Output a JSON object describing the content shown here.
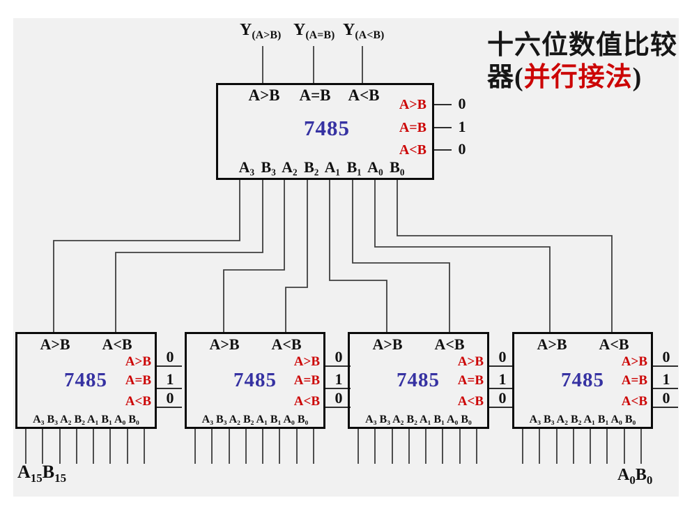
{
  "title": {
    "line1": "十六位数值比较",
    "line2_pre": "器(",
    "line2_red": "并行接法",
    "line2_post": ")"
  },
  "colors": {
    "background": "#f1f1f1",
    "chip_name_blue": "#3632a2",
    "cascade_red": "#cc0505",
    "wire": "#3f3f3f"
  },
  "outputs": [
    {
      "base": "Y",
      "sub": "(A>B)"
    },
    {
      "base": "Y",
      "sub": "(A=B)"
    },
    {
      "base": "Y",
      "sub": "(A<B)"
    }
  ],
  "top_chip": {
    "name": "7485",
    "top_pins": [
      "A>B",
      "A=B",
      "A<B"
    ],
    "cascade": [
      {
        "label": "A>B",
        "value": "0"
      },
      {
        "label": "A=B",
        "value": "1"
      },
      {
        "label": "A<B",
        "value": "0"
      }
    ],
    "bottom_pins": "A₃ B₃ A₂ B₂ A₁ B₁ A₀ B₀"
  },
  "bottom_chips": [
    {
      "name": "7485",
      "out_left": "A>B",
      "out_right": "A<B",
      "cascade": [
        {
          "label": "A>B",
          "value": "0"
        },
        {
          "label": "A=B",
          "value": "1"
        },
        {
          "label": "A<B",
          "value": "0"
        }
      ],
      "bottom_pins": "A₃ B₃ A₂ B₂ A₁ B₁ A₀ B₀"
    },
    {
      "name": "7485",
      "out_left": "A>B",
      "out_right": "A<B",
      "cascade": [
        {
          "label": "A>B",
          "value": "0"
        },
        {
          "label": "A=B",
          "value": "1"
        },
        {
          "label": "A<B",
          "value": "0"
        }
      ],
      "bottom_pins": "A₃ B₃ A₂ B₂ A₁ B₁ A₀ B₀"
    },
    {
      "name": "7485",
      "out_left": "A>B",
      "out_right": "A<B",
      "cascade": [
        {
          "label": "A>B",
          "value": "0"
        },
        {
          "label": "A=B",
          "value": "1"
        },
        {
          "label": "A<B",
          "value": "0"
        }
      ],
      "bottom_pins": "A₃ B₃ A₂ B₂ A₁ B₁ A₀ B₀"
    },
    {
      "name": "7485",
      "out_left": "A>B",
      "out_right": "A<B",
      "cascade": [
        {
          "label": "A>B",
          "value": "0"
        },
        {
          "label": "A=B",
          "value": "1"
        },
        {
          "label": "A<B",
          "value": "0"
        }
      ],
      "bottom_pins": "A₃ B₃ A₂ B₂ A₁ B₁ A₀ B₀"
    }
  ],
  "bus_labels": {
    "left": {
      "p1": "A",
      "s1": "15",
      "p2": "B",
      "s2": "15"
    },
    "right": {
      "p1": "A",
      "s1": "0",
      "p2": "B",
      "s2": "0"
    }
  }
}
